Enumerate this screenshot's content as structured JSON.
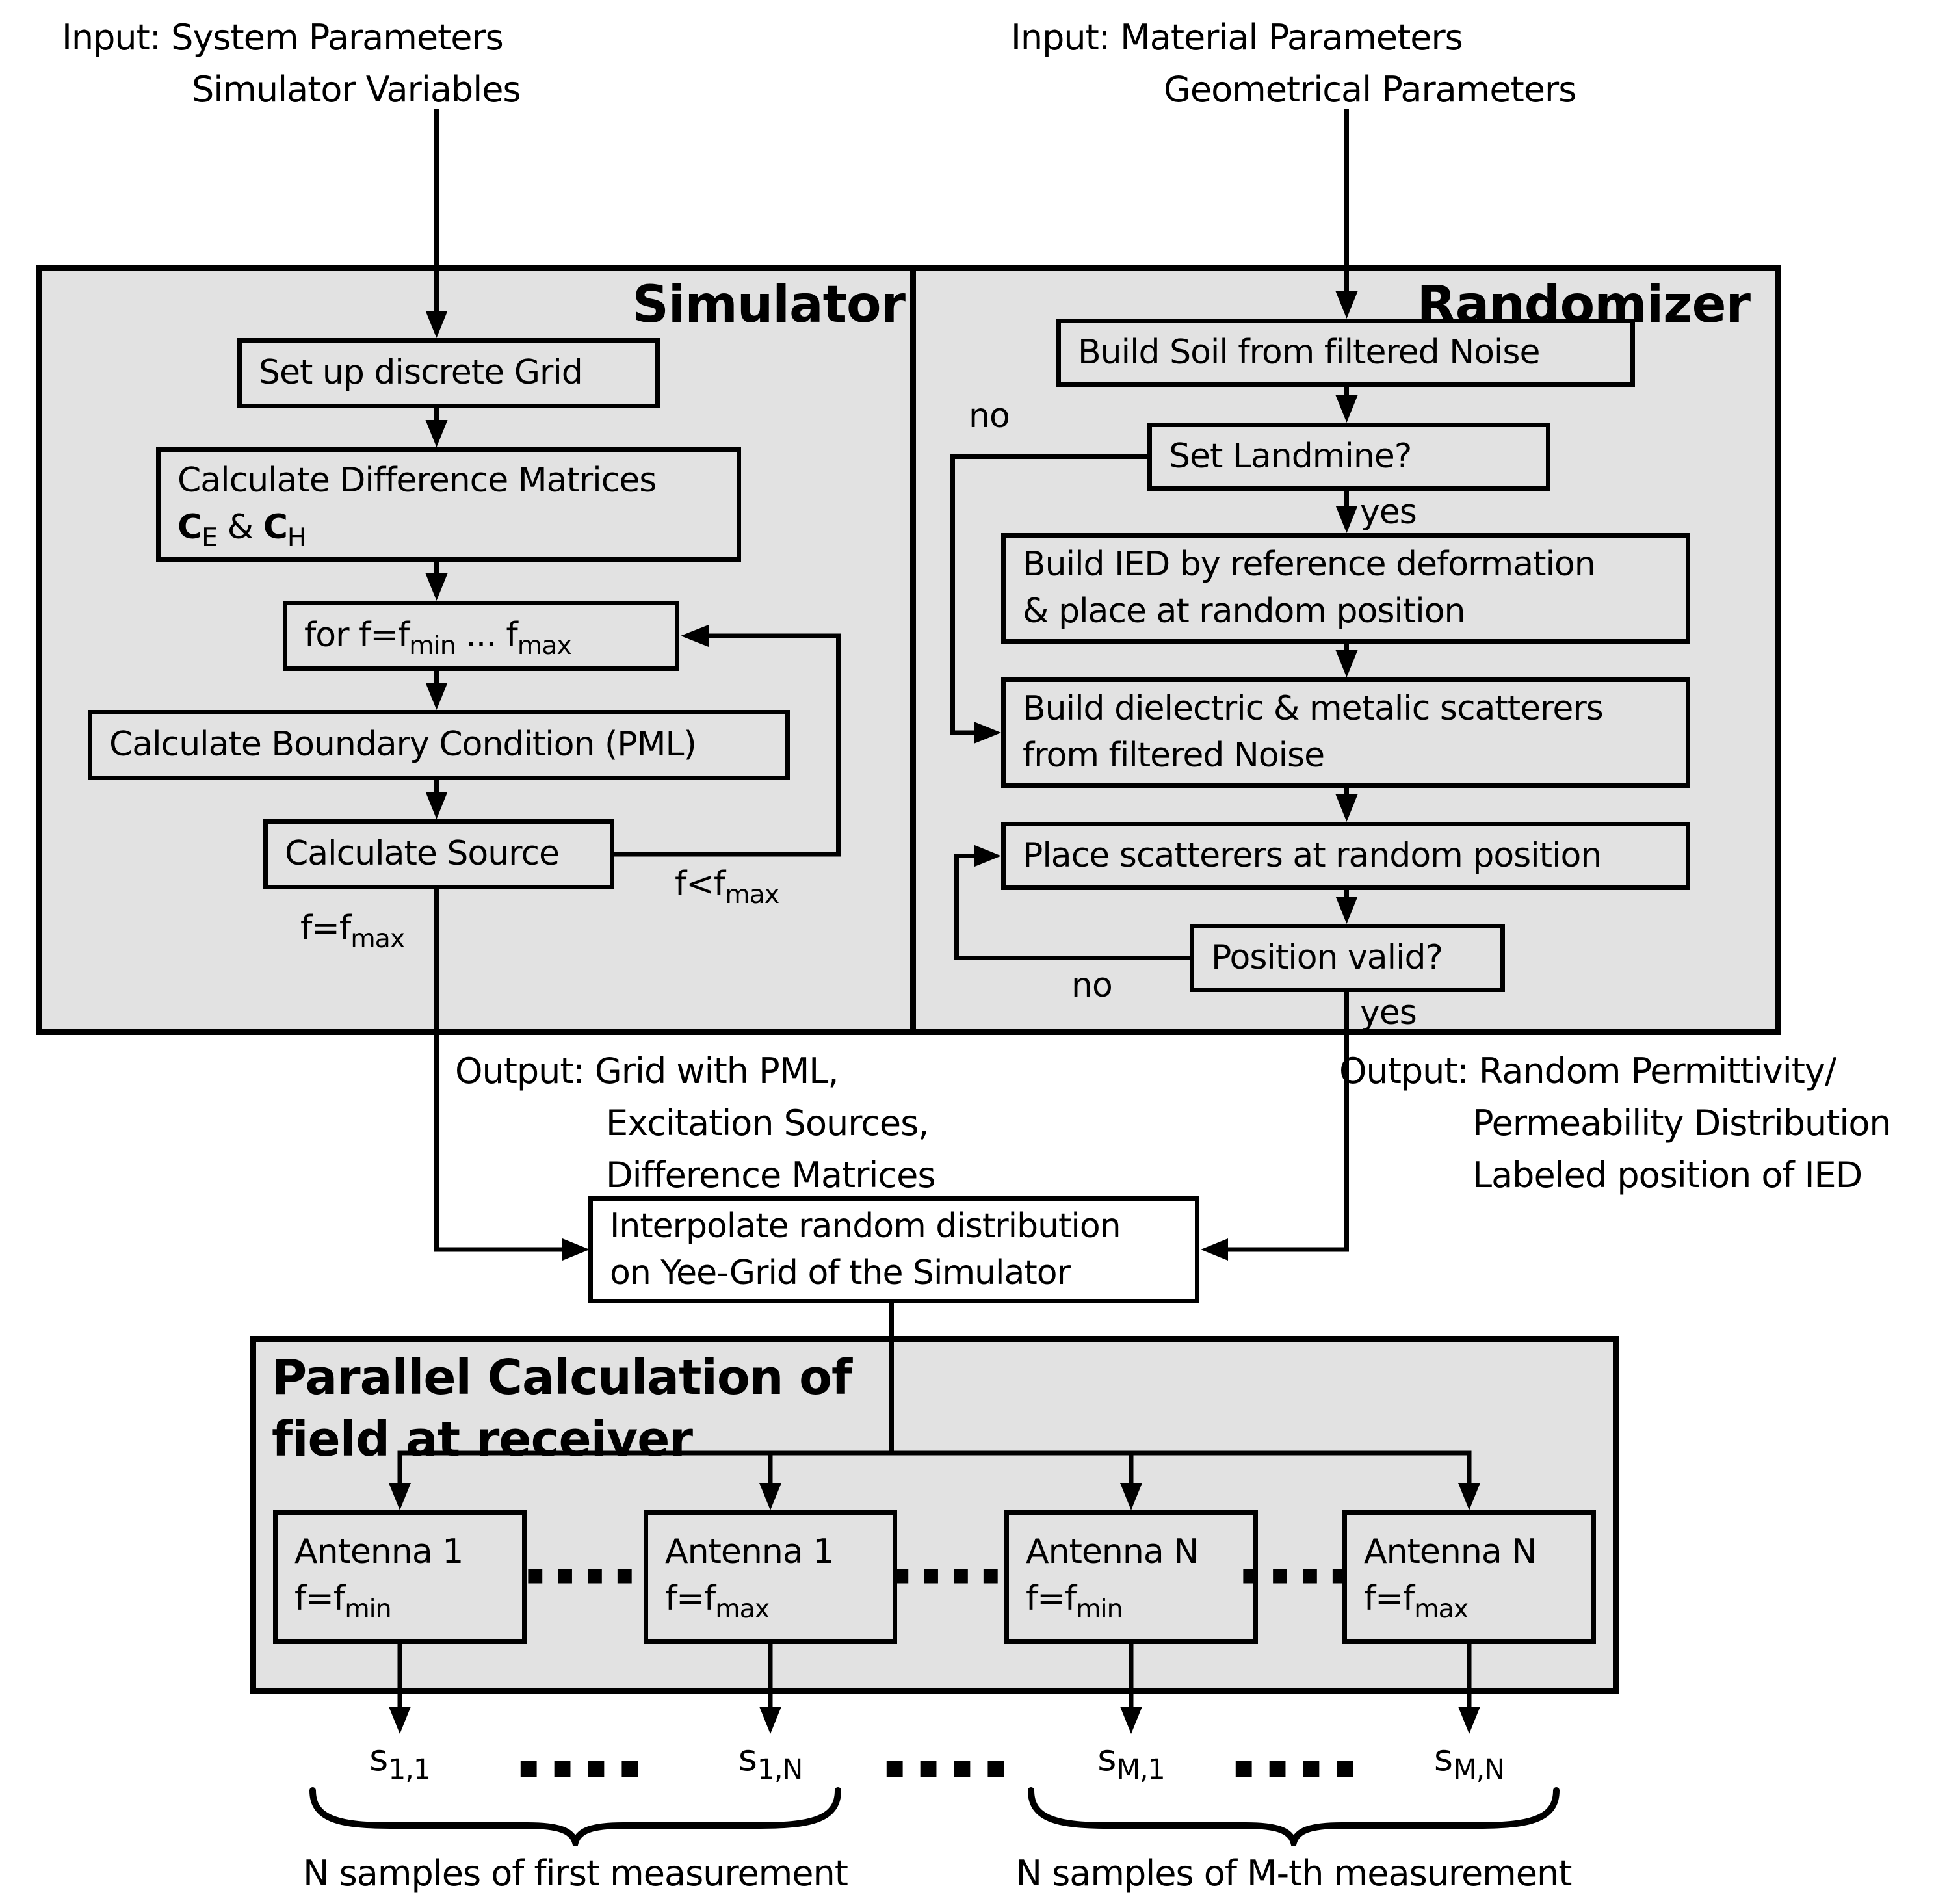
{
  "colors": {
    "panel_bg": "#e2e2e2",
    "line": "#000000",
    "text": "#000000",
    "page_bg": "#ffffff"
  },
  "inputs": {
    "left_line1": "Input: System Parameters",
    "left_line2": "Simulator Variables",
    "right_line1": "Input: Material Parameters",
    "right_line2": "Geometrical Parameters"
  },
  "simulator": {
    "title": "Simulator",
    "box_grid": "Set up discrete Grid",
    "box_diff_line1": "Calculate Difference Matrices",
    "diff_c1": "C",
    "diff_c1_sub": "E",
    "diff_amp": "& ",
    "diff_c2": "C",
    "diff_c2_sub": "H",
    "box_loop_pre": "for f=f",
    "box_loop_sub_min": "min",
    "box_loop_mid": " ... f",
    "box_loop_sub_max": "max",
    "box_pml": "Calculate Boundary Condition (PML)",
    "box_source": "Calculate Source",
    "lbl_less_pre": "f<f",
    "lbl_less_sub": "max",
    "lbl_eq_pre": "f=f",
    "lbl_eq_sub": "max",
    "output_line1": "Output: Grid with PML,",
    "output_line2": "Excitation Sources,",
    "output_line3": "Difference Matrices"
  },
  "randomizer": {
    "title": "Randomizer",
    "box_soil": "Build Soil from filtered Noise",
    "box_landmine": "Set Landmine?",
    "lbl_no": "no",
    "lbl_yes": "yes",
    "box_ied_line1": "Build IED by reference deformation",
    "box_ied_line2": "& place at random position",
    "box_scat_line1": "Build dielectric & metalic scatterers",
    "box_scat_line2": "from filtered Noise",
    "box_place": "Place scatterers at random position",
    "box_valid": "Position valid?",
    "lbl_no2": "no",
    "lbl_yes2": "yes",
    "output_line1": "Output: Random Permittivity/",
    "output_line2": "Permeability Distribution",
    "output_line3": "Labeled position of IED"
  },
  "interpolate": {
    "line1": "Interpolate random distribution",
    "line2": "on Yee-Grid of the Simulator"
  },
  "parallel": {
    "title_line1": "Parallel Calculation of",
    "title_line2": "field at receiver",
    "antennas": [
      {
        "name": "Antenna 1",
        "f_pre": "f=f",
        "f_sub": "min"
      },
      {
        "name": "Antenna 1",
        "f_pre": "f=f",
        "f_sub": "max"
      },
      {
        "name": "Antenna N",
        "f_pre": "f=f",
        "f_sub": "min"
      },
      {
        "name": "Antenna N",
        "f_pre": "f=f",
        "f_sub": "max"
      }
    ],
    "dots": "▪▪▪▪"
  },
  "samples": {
    "labels": [
      {
        "base": "s",
        "sub": "1,1"
      },
      {
        "base": "s",
        "sub": "1,N"
      },
      {
        "base": "s",
        "sub": "M,1"
      },
      {
        "base": "s",
        "sub": "M,N"
      }
    ],
    "dots": "▪▪▪▪",
    "brace1_label": "N samples of first measurement",
    "brace2_label": "N samples of M-th measurement"
  }
}
